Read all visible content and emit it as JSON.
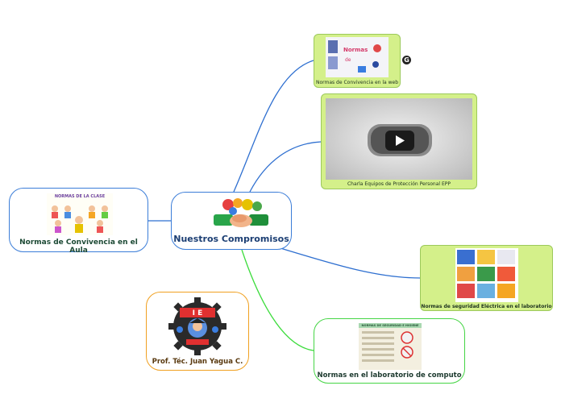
{
  "central": {
    "label": "Nuestros Compromisos"
  },
  "nodes": {
    "aula": {
      "label": "Normas de Convivencia en el Aula",
      "image_title": "NORMAS DE LA CLASE"
    },
    "web": {
      "label": "Normas de Convivencia en la web"
    },
    "charla": {
      "label": "Charla Equipos de Protección Personal EPP"
    },
    "elec": {
      "label": "Normas de seguridad Eléctrica en el laboratorio"
    },
    "lab": {
      "label": "Normas en el laboratorio de computo",
      "image_title": "NORMAS DE SEGURIDAD E HIGIENE"
    },
    "prof": {
      "label": "Prof. Téc. Juan Yagua C.",
      "logo_text": "I E"
    }
  },
  "colors": {
    "link_blue": "#2e6fd0",
    "link_green": "#3ddc3d",
    "topic_fill": "#d4f08a",
    "prof_border": "#f0a020"
  },
  "icons": [
    "play-icon",
    "google-icon",
    "handshake-icon",
    "school-logo-icon"
  ]
}
